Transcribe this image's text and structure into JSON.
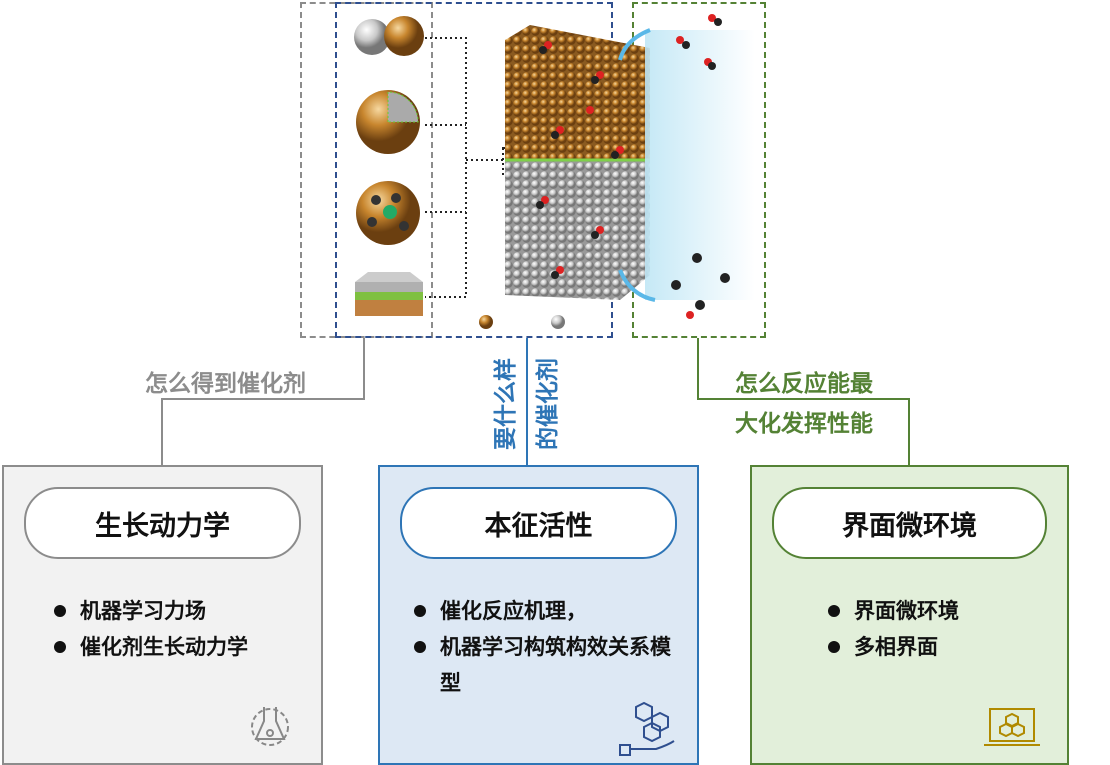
{
  "connectors": {
    "left_label": "怎么得到催化剂",
    "middle_label_1": "要什么样",
    "middle_label_2": "的催化剂",
    "right_label_1": "怎么反应能最",
    "right_label_2": "大化发挥性能"
  },
  "cards": [
    {
      "title": "生长动力学",
      "bullets": [
        "机器学习力场",
        "催化剂生长动力学"
      ],
      "icon": "flask-gear-icon"
    },
    {
      "title": "本征活性",
      "bullets": [
        "催化反应机理，",
        "机器学习构筑构效关系模型"
      ],
      "icon": "molecule-hand-icon"
    },
    {
      "title": "界面微环境",
      "bullets": [
        "界面微环境",
        "多相界面"
      ],
      "icon": "laptop-hexagon-icon"
    }
  ],
  "colors": {
    "gray": "#8c8c8c",
    "blue": "#2e75b6",
    "green": "#548235",
    "copper": "#c8862e",
    "silver": "#c8c8c8"
  }
}
